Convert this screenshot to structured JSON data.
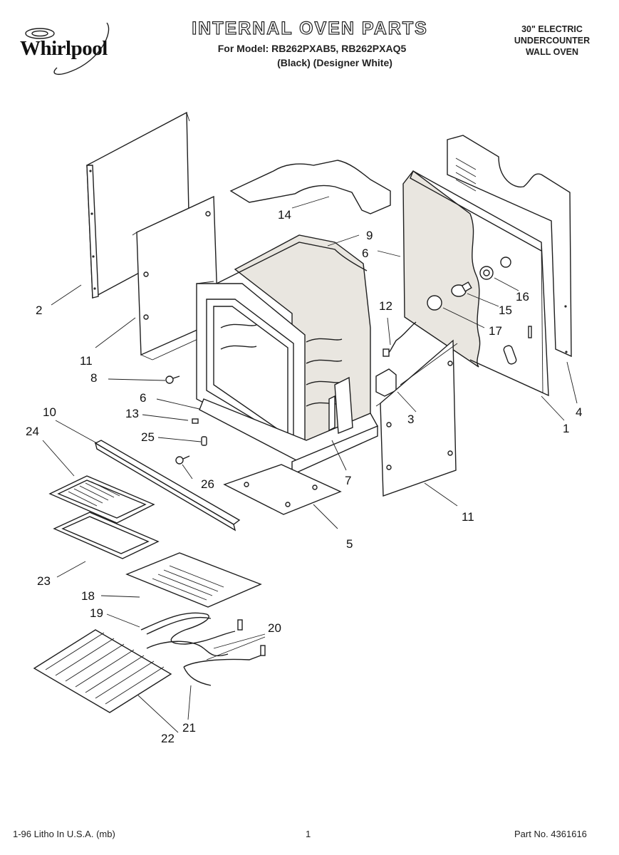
{
  "header": {
    "brand": "Whirlpool",
    "title": "INTERNAL OVEN PARTS",
    "models_line": "For Model: RB262PXAB5, RB262PXAQ5",
    "variants_line": "(Black)   (Designer White)",
    "product_lines": [
      "30\" ELECTRIC",
      "UNDERCOUNTER",
      "WALL OVEN"
    ]
  },
  "callouts": [
    "1",
    "2",
    "3",
    "4",
    "5",
    "6",
    "6",
    "7",
    "8",
    "9",
    "10",
    "11",
    "11",
    "12",
    "13",
    "14",
    "15",
    "16",
    "17",
    "18",
    "19",
    "20",
    "21",
    "22",
    "23",
    "24",
    "25",
    "26"
  ],
  "footer": {
    "left": "1-96 Litho In U.S.A. (mb)",
    "center": "1",
    "right": "Part No. 4361616"
  },
  "colors": {
    "ink": "#1e1e1e",
    "paper": "#ffffff",
    "insulation": "#e9e6e0"
  }
}
